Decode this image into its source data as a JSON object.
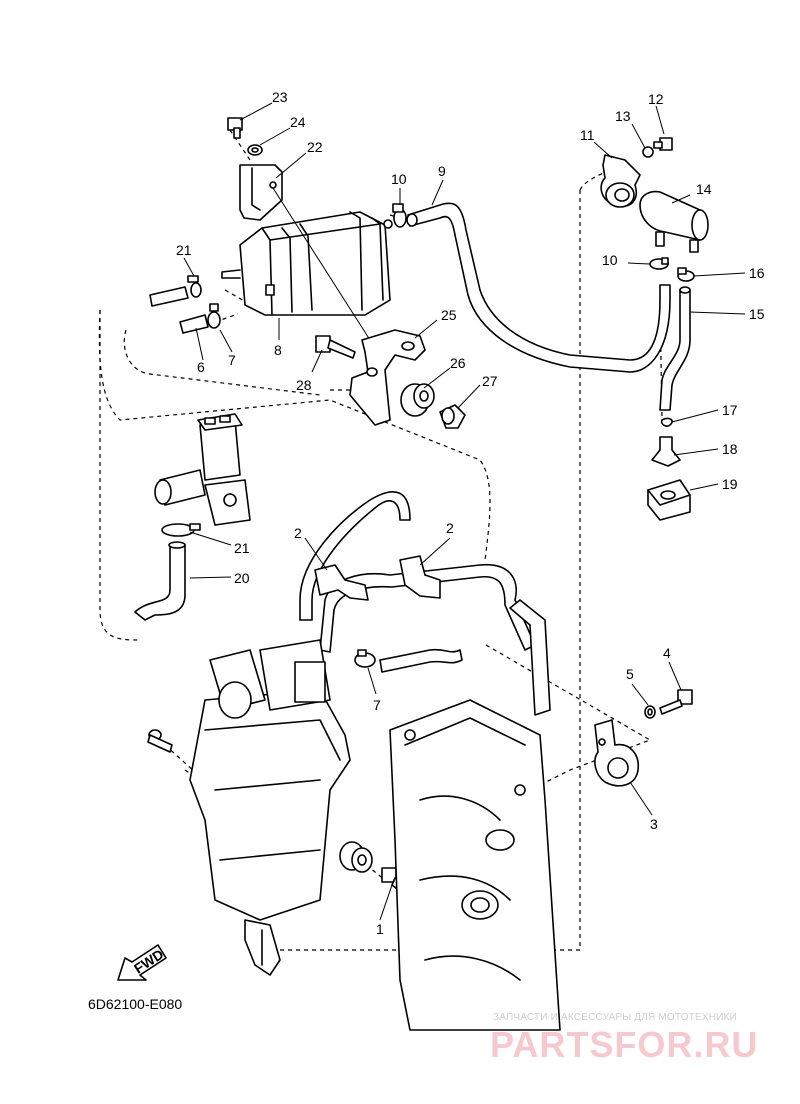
{
  "diagram": {
    "code": "6D62100-E080",
    "fwd_label": "FWD",
    "watermark_caption": "ЗАПЧАСТИ И АКСЕССУАРЫ ДЛЯ МОТОТЕХНИКИ",
    "watermark_logo": "PARTSFOR.RU",
    "callouts": [
      "23",
      "24",
      "22",
      "10",
      "9",
      "11",
      "13",
      "12",
      "14",
      "21",
      "8",
      "6",
      "7",
      "25",
      "28",
      "26",
      "27",
      "10",
      "16",
      "15",
      "17",
      "18",
      "19",
      "21",
      "20",
      "2",
      "2",
      "7",
      "5",
      "4",
      "3",
      "1"
    ]
  }
}
